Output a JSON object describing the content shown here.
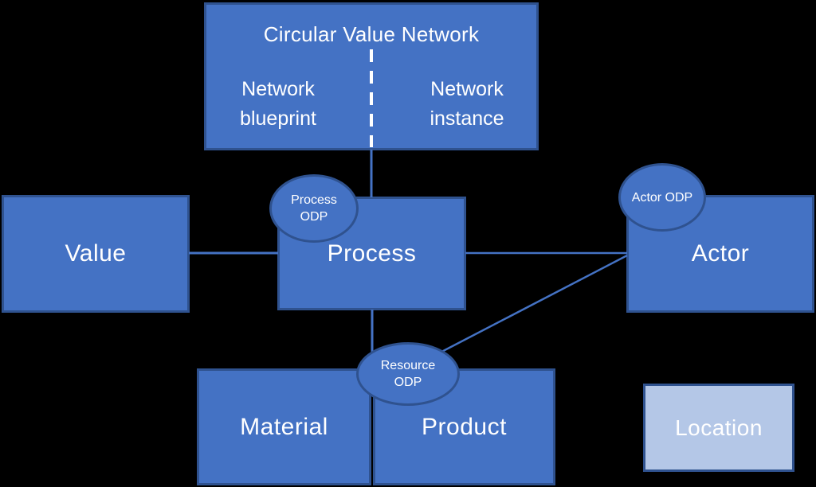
{
  "diagram": {
    "background_color": "#000000",
    "colors": {
      "box_fill": "#4472C4",
      "box_border": "#2F528F",
      "location_fill": "#B4C7E7",
      "connector": "#4472C4",
      "divider_dash": "#FFFFFF",
      "text": "#FFFFFF"
    },
    "network_box": {
      "title": "Circular Value Network",
      "blueprint_label": "Network blueprint",
      "instance_label": "Network instance"
    },
    "boxes": {
      "value": {
        "label": "Value"
      },
      "process": {
        "label": "Process"
      },
      "actor": {
        "label": "Actor"
      },
      "material": {
        "label": "Material"
      },
      "product": {
        "label": "Product"
      },
      "location": {
        "label": "Location"
      }
    },
    "odp_ellipses": {
      "process_odp": {
        "label": "Process ODP"
      },
      "actor_odp": {
        "label": "Actor ODP"
      },
      "resource_odp": {
        "label": "Resource ODP"
      }
    }
  }
}
